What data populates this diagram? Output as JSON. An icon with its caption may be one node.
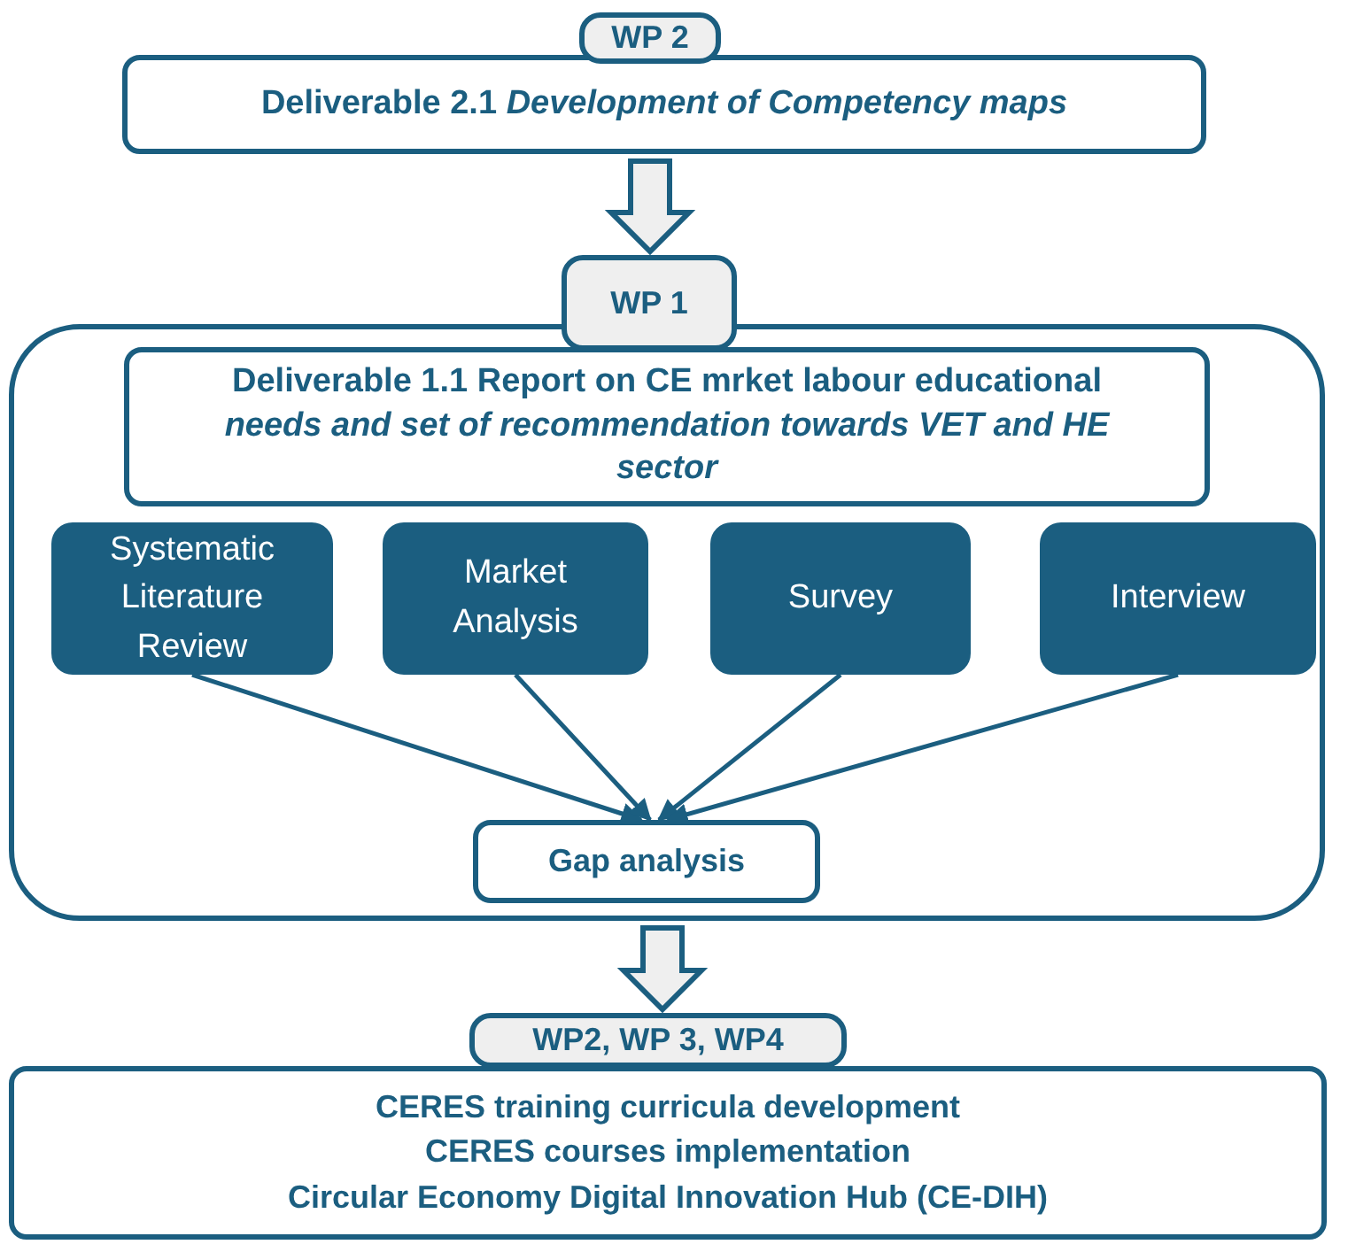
{
  "diagram": {
    "nodes": [
      {
        "text": [
          "WP 2"
        ]
      },
      {
        "text": [
          "Deliverable 2.1 *Development of Competency maps*"
        ]
      },
      {
        "text": [
          "WP 1"
        ]
      },
      {
        "text": [],
        "shape": "box"
      },
      {
        "text": [
          "Deliverable 1.1 Report on CE mrket labour educational *needs and set of recommendation towards VET and HE sector*"
        ],
        "in": 3
      },
      {
        "text": [
          "Systematic Literature Review"
        ],
        "in": 3
      },
      {
        "text": [
          "Market Analysis"
        ],
        "in": 3
      },
      {
        "text": [
          "Survey"
        ],
        "in": 3
      },
      {
        "text": [
          "Interview"
        ],
        "in": 3
      },
      {
        "text": [
          "Gap analysis"
        ],
        "in": 3
      },
      {
        "text": [
          "WP2, WP 3, WP4"
        ]
      },
      {
        "text": [
          "CERES training curricula development",
          "CERES courses implementation",
          "Circular Economy Digital Innovation Hub (CE-DIH)"
        ]
      }
    ],
    "edges": [
      {
        "from": 1,
        "to": 2,
        "arrow": "to",
        "style": "thick"
      },
      {
        "from": 5,
        "to": 9,
        "arrow": "to"
      },
      {
        "from": 6,
        "to": 9,
        "arrow": "to"
      },
      {
        "from": 7,
        "to": 9,
        "arrow": "to"
      },
      {
        "from": 8,
        "to": 9,
        "arrow": "to"
      },
      {
        "from": 3,
        "to": 10,
        "arrow": "to",
        "style": "thick"
      }
    ]
  }
}
